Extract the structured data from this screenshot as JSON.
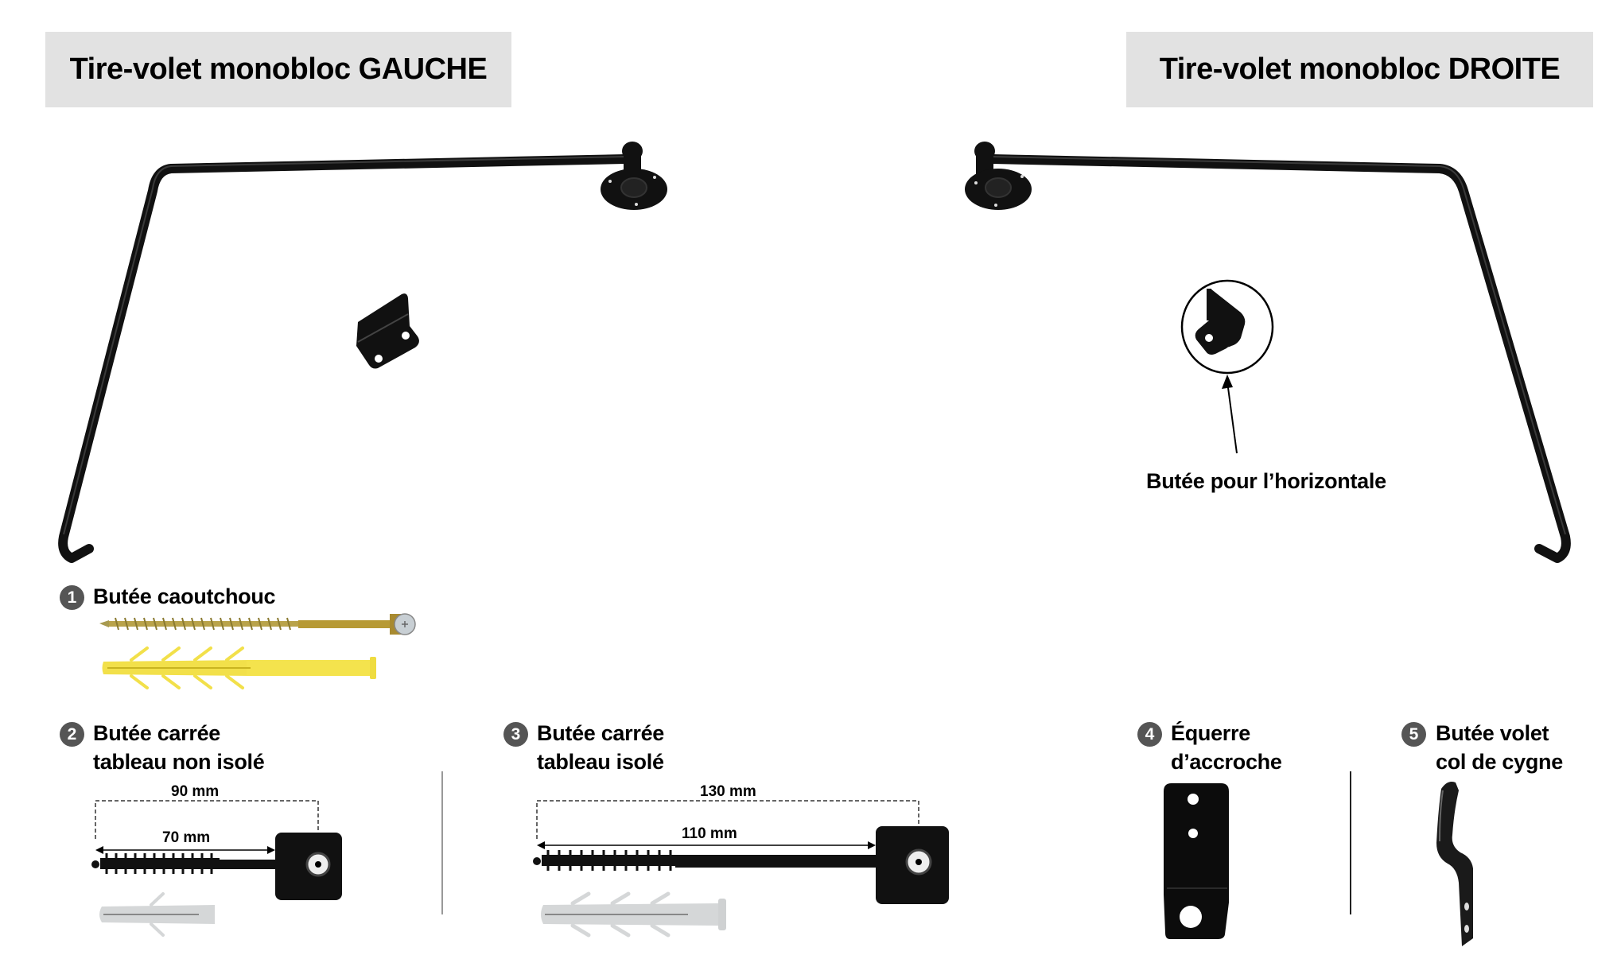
{
  "headers": {
    "left": "Tire-volet monobloc GAUCHE",
    "right": "Tire-volet monobloc DROITE"
  },
  "callout": {
    "label": "Butée pour l’horizontale"
  },
  "items": [
    {
      "number": "1",
      "line1": "Butée caoutchouc",
      "line2": ""
    },
    {
      "number": "2",
      "line1": "Butée carrée",
      "line2": "tableau non isolé",
      "dim_total": "90 mm",
      "dim_thread": "70 mm"
    },
    {
      "number": "3",
      "line1": "Butée carrée",
      "line2": "tableau isolé",
      "dim_total": "130 mm",
      "dim_thread": "110 mm"
    },
    {
      "number": "4",
      "line1": "Équerre",
      "line2": "d’accroche"
    },
    {
      "number": "5",
      "line1": "Butée volet",
      "line2": "col de cygne"
    }
  ],
  "colors": {
    "header_bg": "#e2e2e2",
    "badge_bg": "#555555",
    "metal_black": "#111111",
    "dowel_yellow": "#f2e04a",
    "dowel_gray": "#d5d7d8",
    "divider_gray": "#999999"
  }
}
